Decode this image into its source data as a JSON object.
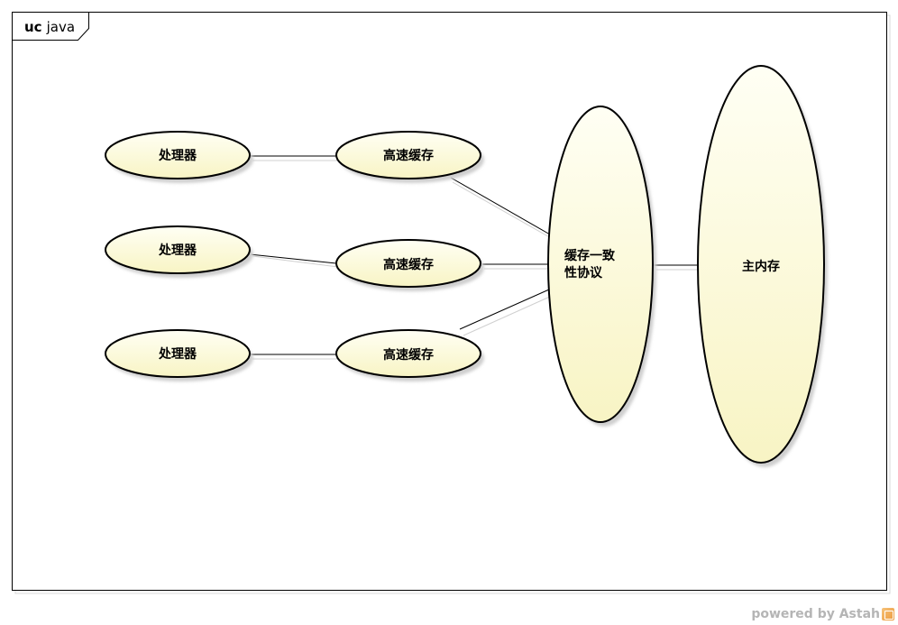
{
  "frame": {
    "keyword": "uc",
    "name": "java"
  },
  "use_cases": {
    "processor_1": "处理器",
    "processor_2": "处理器",
    "processor_3": "处理器",
    "cache_1": "高速缓存",
    "cache_2": "高速缓存",
    "cache_3": "高速缓存",
    "coherence_line1": "缓存一致",
    "coherence_line2": "性协议",
    "main_memory": "主内存"
  },
  "colors": {
    "usecase_fill_top": "#fffff0",
    "usecase_fill_bottom": "#f7f3c6",
    "stroke": "#000000",
    "shadow": "#cfcfcf"
  },
  "watermark": {
    "text": "powered by Astah"
  }
}
